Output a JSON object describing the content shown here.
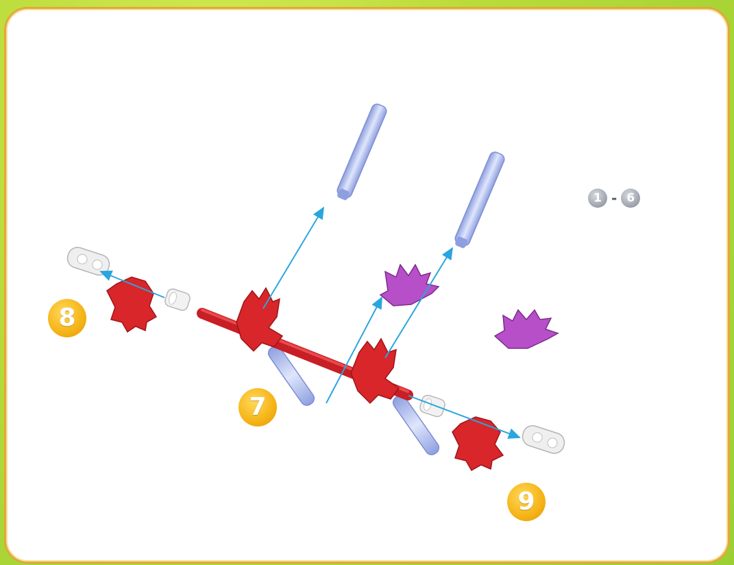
{
  "steps": {
    "step7": "7",
    "step8": "8",
    "step9": "9"
  },
  "parts_reference": {
    "from": "1",
    "separator": "-",
    "to": "6"
  },
  "colors": {
    "step_badge": "#f5b316",
    "frame_border": "#e0a93a",
    "background": "#b9dc3a",
    "red_part": "#d8262b",
    "purple_part": "#b64fc8",
    "blue_rod": "#b9c6f2",
    "white_part": "#eeeeee",
    "arrow": "#2aa6df"
  },
  "icons": [
    "frame",
    "red-axle",
    "red-connector",
    "blue-rod",
    "purple-connector",
    "white-bushing",
    "white-clip",
    "assembly-arrow"
  ]
}
